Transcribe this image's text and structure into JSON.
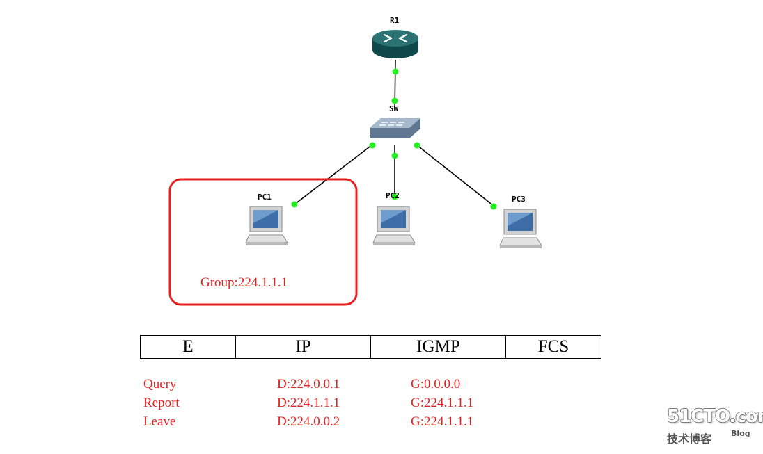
{
  "nodes": {
    "r1": "R1",
    "sw": "SW",
    "pc1": "PC1",
    "pc2": "PC2",
    "pc3": "PC3"
  },
  "group_label": "Group:224.1.1.1",
  "packet_fields": [
    "E",
    "IP",
    "IGMP",
    "FCS"
  ],
  "messages": [
    {
      "type": "Query",
      "ip": "D:224.0.0.1",
      "igmp": "G:0.0.0.0"
    },
    {
      "type": "Report",
      "ip": "D:224.1.1.1",
      "igmp": "G:224.1.1.1"
    },
    {
      "type": "Leave",
      "ip": "D:224.0.0.2",
      "igmp": "G:224.1.1.1"
    }
  ],
  "watermark": {
    "main": "51CTO.com",
    "sub": "技术博客",
    "blog": "Blog"
  },
  "colors": {
    "highlight": "#e52222",
    "link_dot": "#22ee22",
    "router": "#1f5f5f",
    "switch": "#8ea4bd"
  }
}
